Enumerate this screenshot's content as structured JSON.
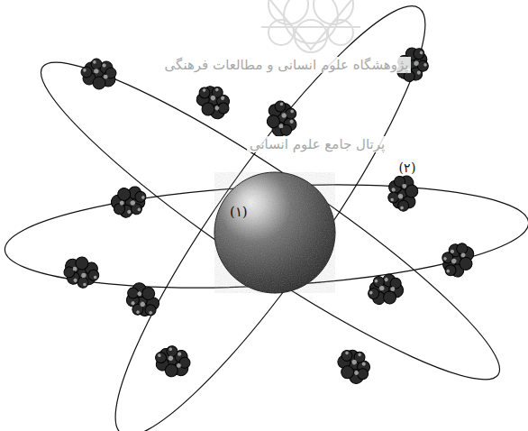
{
  "diagram": {
    "nodes": [
      {
        "text": [
          "(۱)"
        ]
      }
    ],
    "labels": [
      "(۲)",
      "پژوهشگاه علوم انسانی و مطالعات فرهنگی",
      "پرتال جامع علوم انسانی"
    ]
  }
}
